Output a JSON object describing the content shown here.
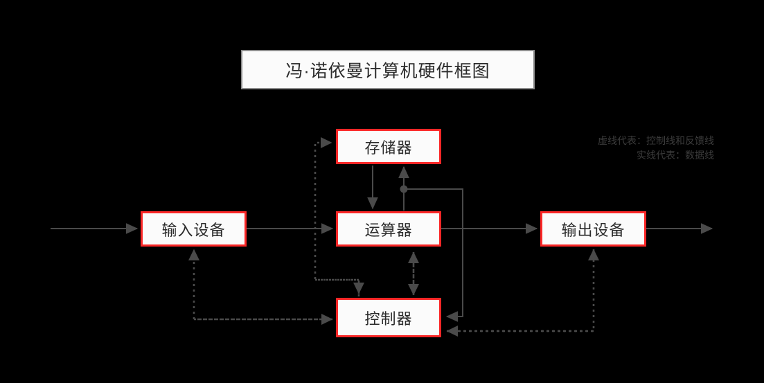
{
  "diagram": {
    "title": "冯·诺依曼计算机硬件框图",
    "background_color": "#000000",
    "node_border_color": "#fb2727",
    "node_fill_color": "#fbfbfb",
    "wire_color": "#4a4a4a",
    "nodes": [
      {
        "id": "storage",
        "label": "存储器"
      },
      {
        "id": "alu",
        "label": "运算器"
      },
      {
        "id": "control",
        "label": "控制器"
      },
      {
        "id": "input",
        "label": "输入设备"
      },
      {
        "id": "output",
        "label": "输出设备"
      }
    ],
    "legend": {
      "dashed_line": "虚线代表：控制线和反馈线",
      "solid_line": "实线代表：数据线"
    },
    "edges": [
      {
        "from": "external",
        "to": "input",
        "style": "solid",
        "meaning": "数据线"
      },
      {
        "from": "input",
        "to": "alu",
        "style": "solid",
        "meaning": "数据线"
      },
      {
        "from": "storage",
        "to": "alu",
        "style": "solid",
        "meaning": "数据线"
      },
      {
        "from": "alu",
        "to": "storage",
        "style": "solid",
        "meaning": "数据线"
      },
      {
        "from": "alu",
        "to": "output",
        "style": "solid",
        "meaning": "数据线"
      },
      {
        "from": "alu",
        "to": "control",
        "style": "solid",
        "meaning": "数据线"
      },
      {
        "from": "output",
        "to": "external",
        "style": "solid",
        "meaning": "数据线"
      },
      {
        "from": "control",
        "to": "storage",
        "style": "dashed",
        "meaning": "控制线"
      },
      {
        "from": "control",
        "to": "input",
        "style": "dashed",
        "meaning": "控制线"
      },
      {
        "from": "control",
        "to": "output",
        "style": "dashed",
        "meaning": "控制线"
      },
      {
        "from": "control",
        "to": "alu",
        "style": "dashed",
        "meaning": "控制线"
      },
      {
        "from": "alu",
        "to": "control",
        "style": "dashed",
        "meaning": "反馈线"
      }
    ]
  }
}
